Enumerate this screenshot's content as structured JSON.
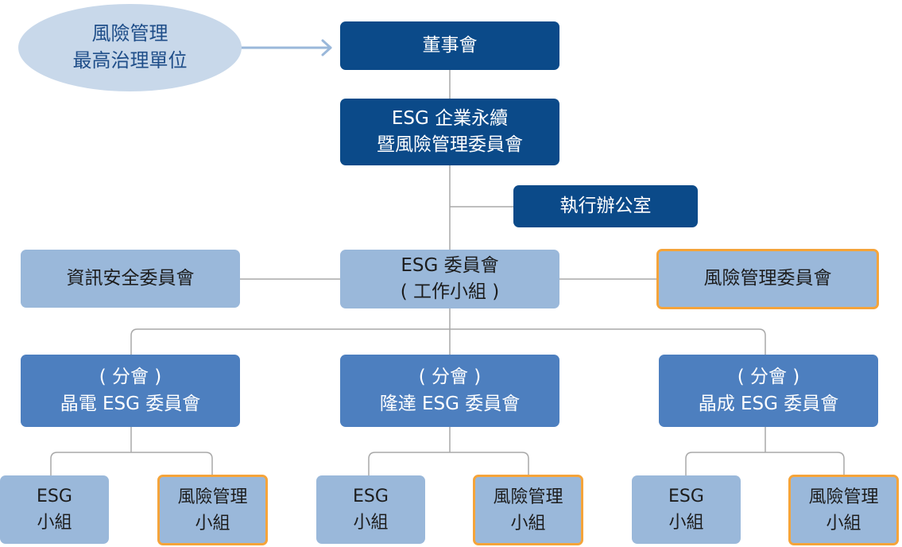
{
  "top_label": {
    "line1": "風險管理",
    "line2": "最高治理單位"
  },
  "board": "董事會",
  "esg_risk_committee": {
    "line1": "ESG 企業永續",
    "line2": "暨風險管理委員會"
  },
  "exec_office": "執行辦公室",
  "infosec_committee": "資訊安全委員會",
  "esg_committee": {
    "line1": "ESG 委員會",
    "line2": "( 工作小組 )"
  },
  "risk_committee": "風險管理委員會",
  "branches": [
    {
      "tag": "( 分會 )",
      "name": "晶電 ESG 委員會",
      "esg_group": {
        "line1": "ESG",
        "line2": "小組"
      },
      "risk_group": {
        "line1": "風險管理",
        "line2": "小組"
      }
    },
    {
      "tag": "( 分會 )",
      "name": "隆達 ESG 委員會",
      "esg_group": {
        "line1": "ESG",
        "line2": "小組"
      },
      "risk_group": {
        "line1": "風險管理",
        "line2": "小組"
      }
    },
    {
      "tag": "( 分會 )",
      "name": "晶成 ESG 委員會",
      "esg_group": {
        "line1": "ESG",
        "line2": "小組"
      },
      "risk_group": {
        "line1": "風險管理",
        "line2": "小組"
      }
    }
  ],
  "colors": {
    "dark": "#0b4a89",
    "mid": "#4d7fbf",
    "light": "#9ab8da",
    "ellipse": "#c8d8ea",
    "highlight_border": "#f5a43a",
    "connector": "#a8a8a8"
  }
}
